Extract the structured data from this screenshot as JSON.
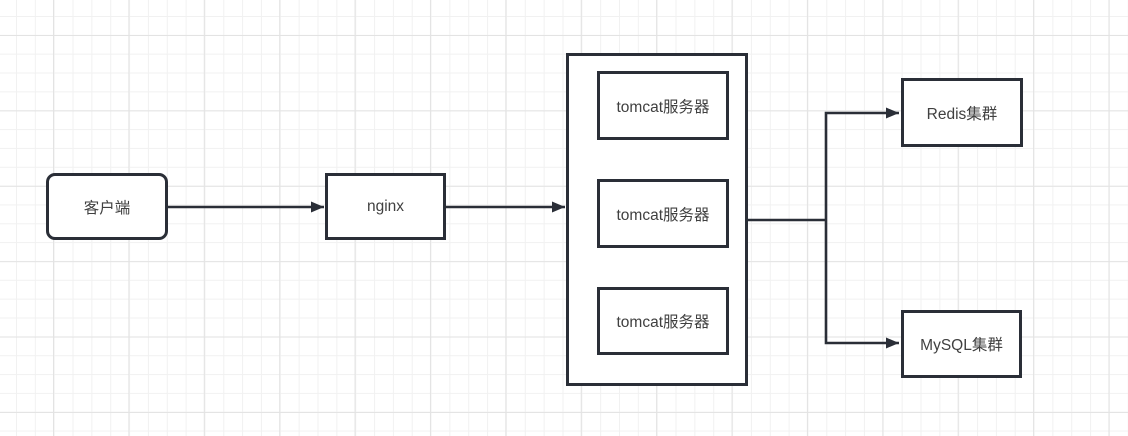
{
  "diagram": {
    "title": "web-architecture-flowchart",
    "colors": {
      "stroke": "#2a2e37",
      "text": "#404040",
      "node_fill": "#ffffff",
      "grid_minor": "#f1f1f1",
      "grid_major": "#e3e3e3",
      "canvas_bg": "#ffffff"
    },
    "nodes": [
      {
        "id": "client",
        "label": "客户端",
        "shape": "rounded-rect"
      },
      {
        "id": "nginx",
        "label": "nginx",
        "shape": "rect"
      },
      {
        "id": "tomcat_group",
        "label": "",
        "shape": "container"
      },
      {
        "id": "tomcat_1",
        "label": "tomcat服务器",
        "shape": "rect"
      },
      {
        "id": "tomcat_2",
        "label": "tomcat服务器",
        "shape": "rect"
      },
      {
        "id": "tomcat_3",
        "label": "tomcat服务器",
        "shape": "rect"
      },
      {
        "id": "redis",
        "label": "Redis集群",
        "shape": "rect"
      },
      {
        "id": "mysql",
        "label": "MySQL集群",
        "shape": "rect"
      }
    ],
    "edges": [
      {
        "from": "client",
        "to": "nginx",
        "arrow": true
      },
      {
        "from": "nginx",
        "to": "tomcat_group",
        "arrow": true
      },
      {
        "from": "tomcat_group",
        "to": "redis",
        "arrow": true
      },
      {
        "from": "tomcat_group",
        "to": "mysql",
        "arrow": true
      }
    ]
  }
}
